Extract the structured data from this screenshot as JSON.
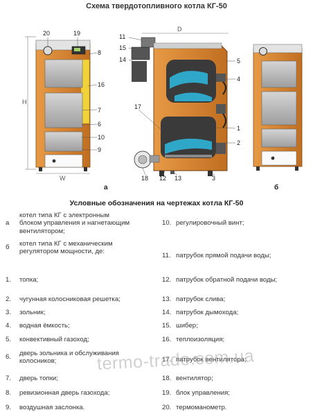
{
  "title": "Схема твердотопливного котла КГ-50",
  "figure": {
    "dim_h": "H",
    "dim_w": "W",
    "dim_d": "D",
    "view_a": "а",
    "view_b": "б",
    "callouts": {
      "c20": "20",
      "c19": "19",
      "c8": "8",
      "c16": "16",
      "c7": "7",
      "c6": "6",
      "c10": "10",
      "c9": "9",
      "c11": "11",
      "c15": "15",
      "c14": "14",
      "c5": "5",
      "c4": "4",
      "c17": "17",
      "c1": "1",
      "c2": "2",
      "c18": "18",
      "c12": "12",
      "c13": "13",
      "c3": "3"
    }
  },
  "legend_title": "Условные обозначения на чертежах котла КГ-50",
  "legend_left": [
    {
      "num": "а",
      "text": "котел типа КГ с электронным блоком управления и нагнетающим вентилятором;"
    },
    {
      "num": "б",
      "text": "котел типа КГ с механическим регулятором мощности, де:"
    },
    {
      "num": "1.",
      "text": "топка;"
    },
    {
      "num": "2.",
      "text": "чугунная колосниковая решетка;"
    },
    {
      "num": "3.",
      "text": "зольник;"
    },
    {
      "num": "4.",
      "text": "водная ёмкость;"
    },
    {
      "num": "5.",
      "text": "конвективный газоход;"
    },
    {
      "num": "6.",
      "text": "дверь зольника и обслуживания колосников;"
    },
    {
      "num": "7.",
      "text": "дверь топки;"
    },
    {
      "num": "8.",
      "text": "ревизионная дверь газохода;"
    },
    {
      "num": "9.",
      "text": "воздушная заслонка."
    }
  ],
  "legend_right": [
    {
      "num": "10.",
      "text": "регулировочный винт;"
    },
    {
      "num": "11.",
      "text": "патрубок прямой подачи воды;"
    },
    {
      "num": "12.",
      "text": "патрубок обратной подачи воды;"
    },
    {
      "num": "13.",
      "text": "патрубок слива;"
    },
    {
      "num": "14.",
      "text": "патрубок дымохода;"
    },
    {
      "num": "15.",
      "text": "шибер;"
    },
    {
      "num": "16.",
      "text": "теплоизоляция;"
    },
    {
      "num": "17.",
      "text": "патрубок вентилятора;"
    },
    {
      "num": "18.",
      "text": "вентилятор;"
    },
    {
      "num": "19.",
      "text": "блок управления;"
    },
    {
      "num": "20.",
      "text": "термоманометр."
    }
  ],
  "watermark": "termo-trade.com.ua",
  "colors": {
    "orange": "#d9822b",
    "dark_orange": "#b5661c",
    "grey_door": "#bdbdbd",
    "yellow_insulation": "#f2d23a",
    "blue_water": "#2fa7c9",
    "dark": "#3a3a3a"
  }
}
